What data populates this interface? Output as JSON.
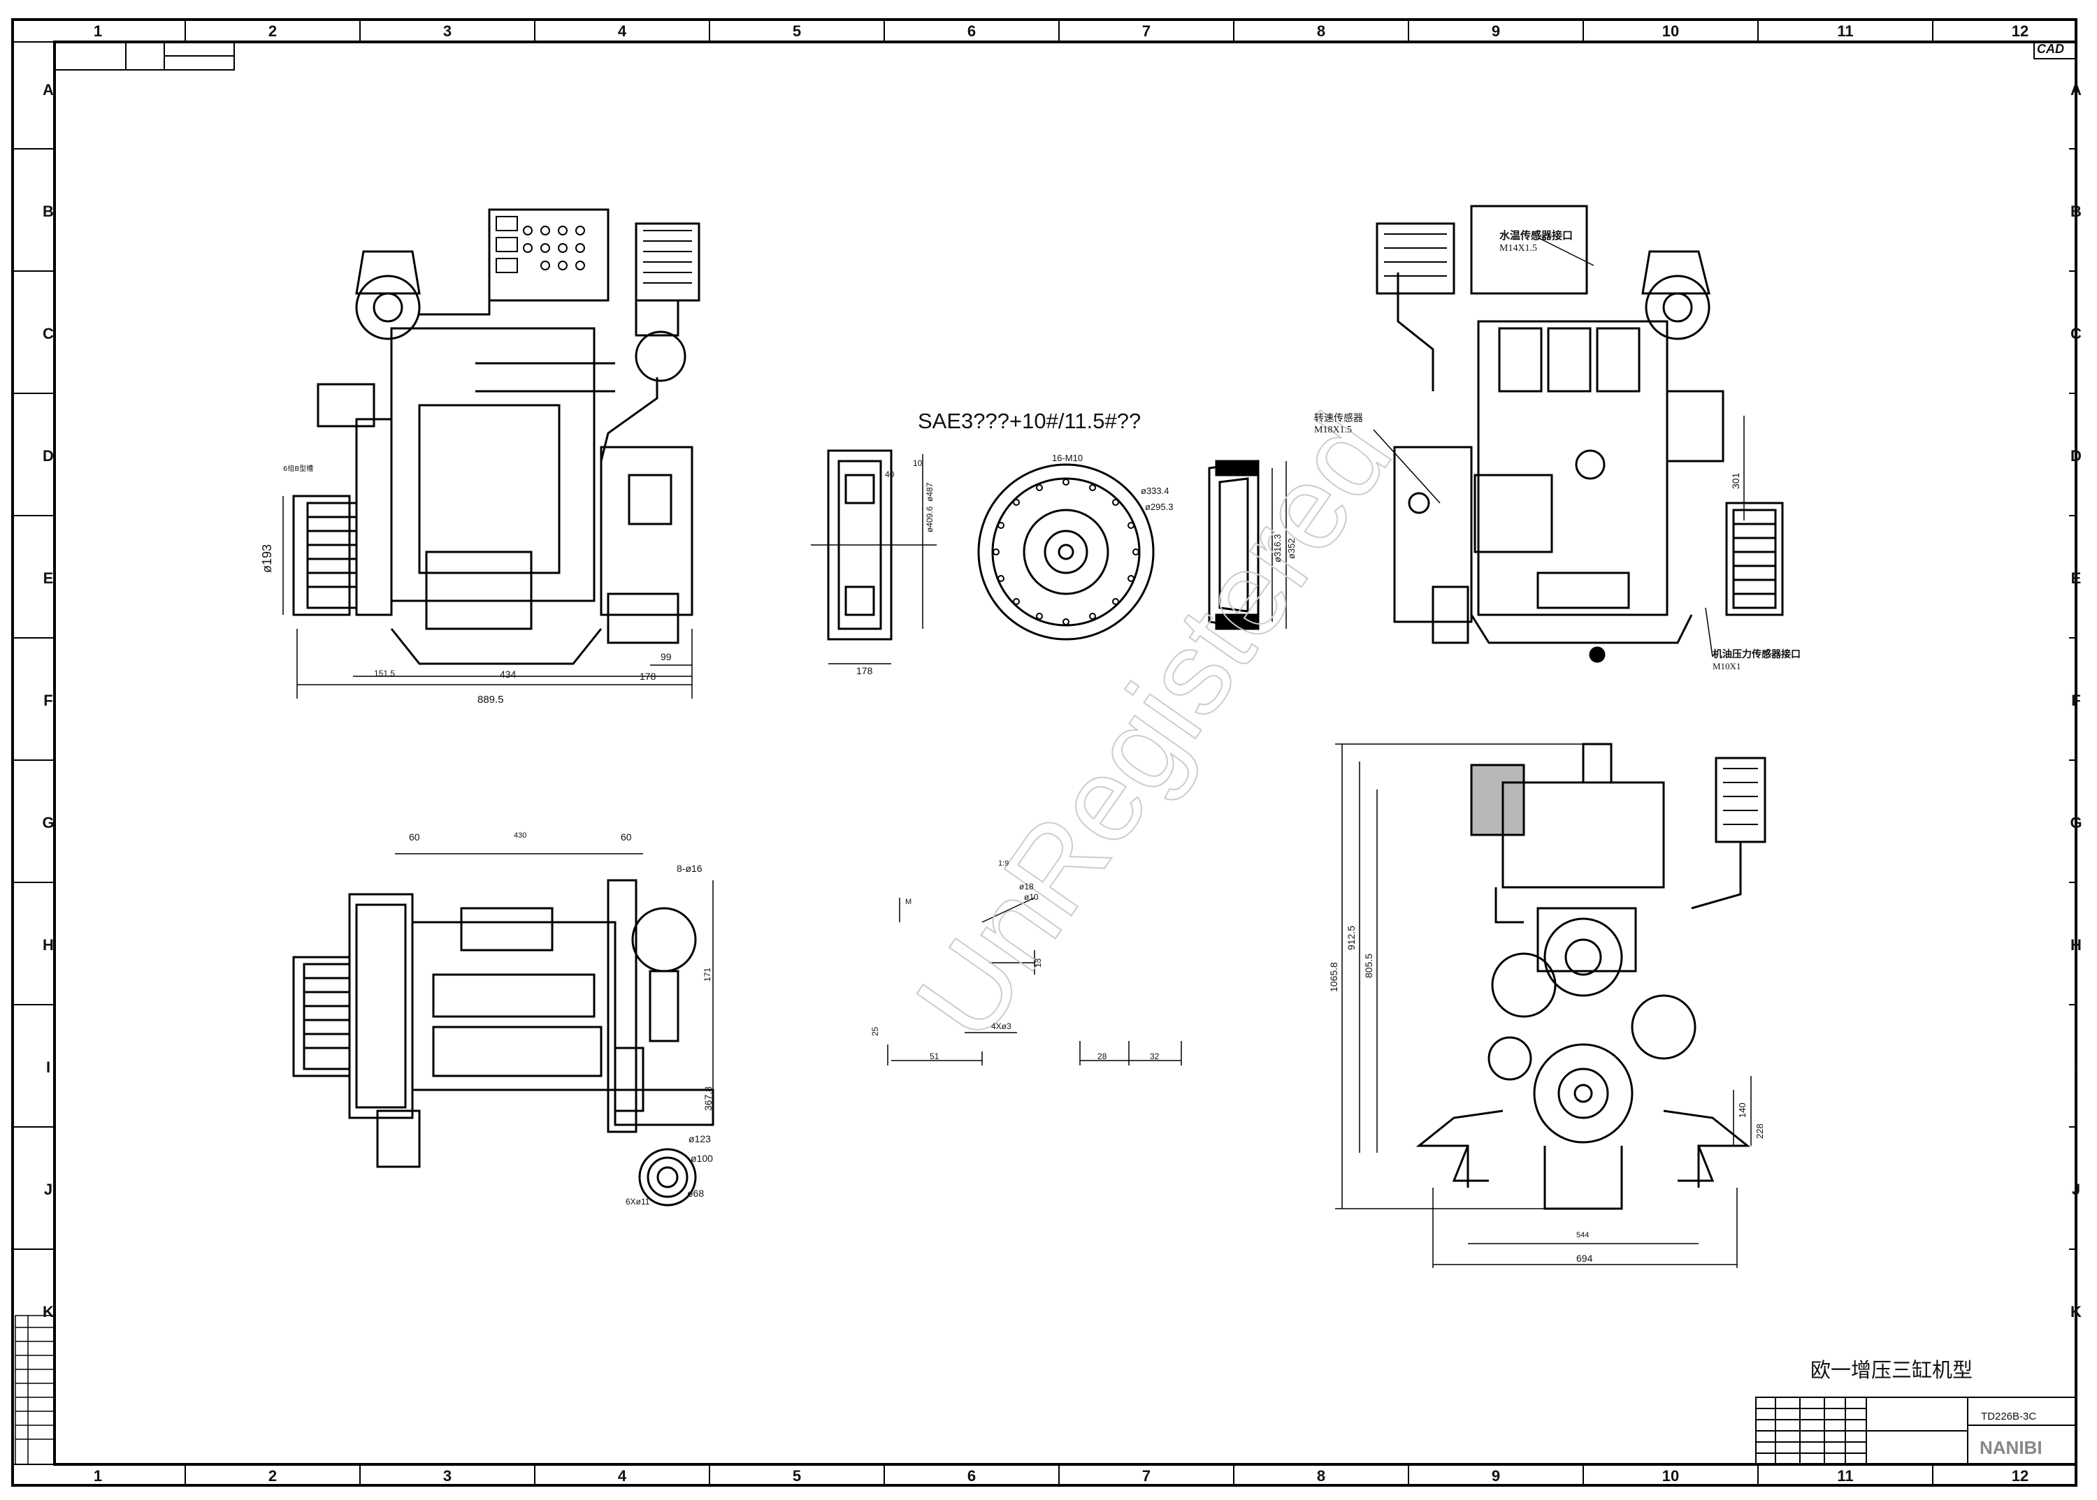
{
  "sheet": {
    "zone_numbers": [
      "1",
      "2",
      "3",
      "4",
      "5",
      "6",
      "7",
      "8",
      "9",
      "10",
      "11",
      "12"
    ],
    "zone_letters": [
      "A",
      "B",
      "C",
      "D",
      "E",
      "F",
      "G",
      "H",
      "I",
      "J",
      "K"
    ],
    "corner_tag": "CAD",
    "drawing_title": "欧一增压三缸机型",
    "model_code": "TD226B-3C",
    "logo_text": "NANIBI"
  },
  "view_front_left": {
    "pulley_label": "6组B型槽",
    "dims": {
      "pulley_dia": "ø193",
      "d1": "151.5",
      "d2": "434",
      "d3": "178",
      "d4": "99",
      "overall": "889.5"
    }
  },
  "view_flywheel": {
    "title": "SAE3???+10#/11.5#??",
    "bolt_spec": "16-M10",
    "dims": {
      "side_width": "178",
      "d_10": "10",
      "d_40": "40",
      "d_409": "ø409.6",
      "d_487": "ø487",
      "d_333": "ø333.4",
      "d_295": "ø295.3",
      "d_316": "ø316.3",
      "d_352": "ø352"
    }
  },
  "view_right": {
    "water_temp_sensor": "水温传感器接口",
    "water_temp_thread": "M14X1.5",
    "speed_sensor": "转速传感器",
    "speed_sensor_thread": "M18X1.5",
    "oil_pressure_sensor": "机油压力传感器接口",
    "oil_pressure_thread": "M10X1",
    "dim_301": "301"
  },
  "view_top": {
    "dims": {
      "d60a": "60",
      "d430": "430",
      "d60b": "60",
      "holes": "8-ø16",
      "d171": "171",
      "d367": "367.8",
      "d123": "ø123",
      "d100": "ø100",
      "d68": "ø68",
      "bolt_holes": "6Xø11"
    }
  },
  "detail_section": {
    "m_label": "M",
    "slope": "1:9",
    "d18": "ø18",
    "d10": "ø10",
    "d13": "13",
    "d25": "25",
    "d51": "51",
    "holes": "4Xø3",
    "d28": "28",
    "d32": "32"
  },
  "view_end": {
    "dims": {
      "h1": "1065.8",
      "h2": "912.5",
      "h3": "805.5",
      "h4": "140",
      "h5": "228",
      "w1": "544",
      "w2": "694"
    }
  }
}
